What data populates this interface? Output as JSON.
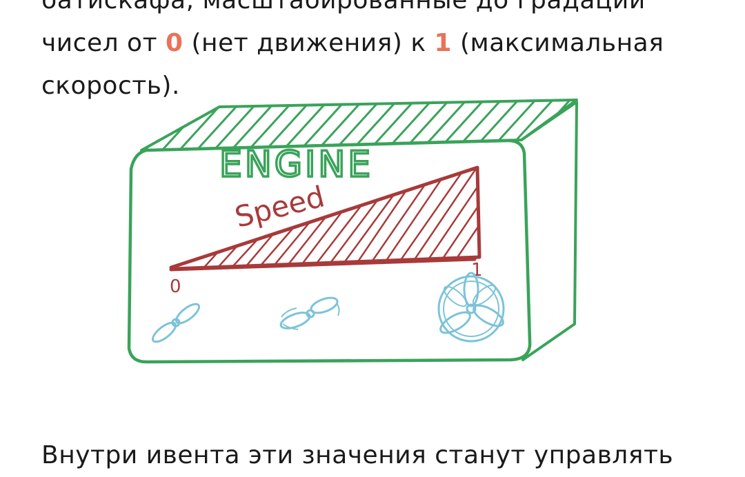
{
  "article": {
    "line_cut_top": "батискафа, масштабированные до градаций",
    "line2_prefix": "чисел от ",
    "value_zero": "0",
    "line2_mid": " (нет движения) к ",
    "value_one": "1",
    "line2_suffix": " (максимальная",
    "line3": "скорость).",
    "line_cut_bottom": "Внутри ивента эти значения станут управлять"
  },
  "illustration": {
    "engine_label": "ENGINE",
    "speed_label": "Speed",
    "scale_min": "0",
    "scale_max": "1",
    "colors": {
      "box": "#3aa35a",
      "ramp": "#a83a3a",
      "propeller": "#7cc3d8",
      "highlight": "#e8735a"
    },
    "propeller_states": [
      "slow-propeller-icon",
      "medium-propeller-icon",
      "fast-propeller-icon"
    ]
  }
}
